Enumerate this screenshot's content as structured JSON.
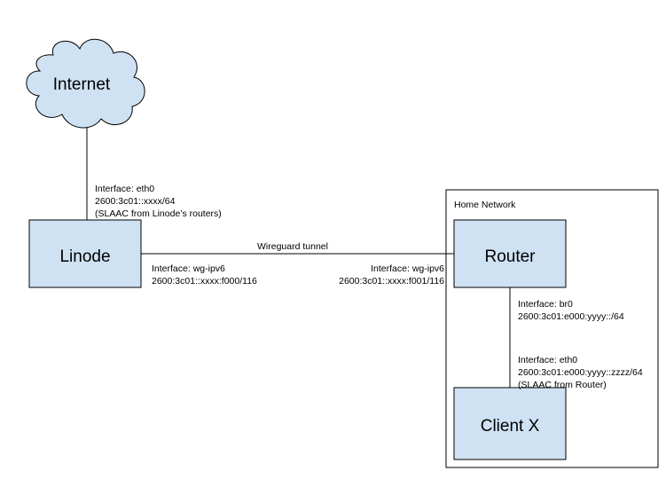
{
  "colors": {
    "node_fill": "#cfe2f3",
    "cloud_fill": "#cfe2f3",
    "stroke": "#000000",
    "background": "#ffffff"
  },
  "nodes": {
    "internet": {
      "label": "Internet"
    },
    "linode": {
      "label": "Linode"
    },
    "router": {
      "label": "Router"
    },
    "client": {
      "label": "Client X"
    }
  },
  "groups": {
    "home_network": {
      "label": "Home Network"
    }
  },
  "edges": {
    "tunnel": {
      "label": "Wireguard tunnel"
    }
  },
  "annotations": {
    "linode_eth0": {
      "line1": "Interface: eth0",
      "line2": "2600:3c01::xxxx/64",
      "line3": "(SLAAC from Linode’s routers)"
    },
    "linode_wg": {
      "line1": "Interface: wg-ipv6",
      "line2": "2600:3c01::xxxx:f000/116"
    },
    "router_wg": {
      "line1": "Interface: wg-ipv6",
      "line2": "2600:3c01::xxxx:f001/116"
    },
    "router_br0": {
      "line1": "Interface: br0",
      "line2": "2600:3c01:e000:yyyy::/64"
    },
    "client_eth0": {
      "line1": "Interface: eth0",
      "line2": "2600:3c01:e000:yyyy::zzzz/64",
      "line3": "(SLAAC from Router)"
    }
  }
}
